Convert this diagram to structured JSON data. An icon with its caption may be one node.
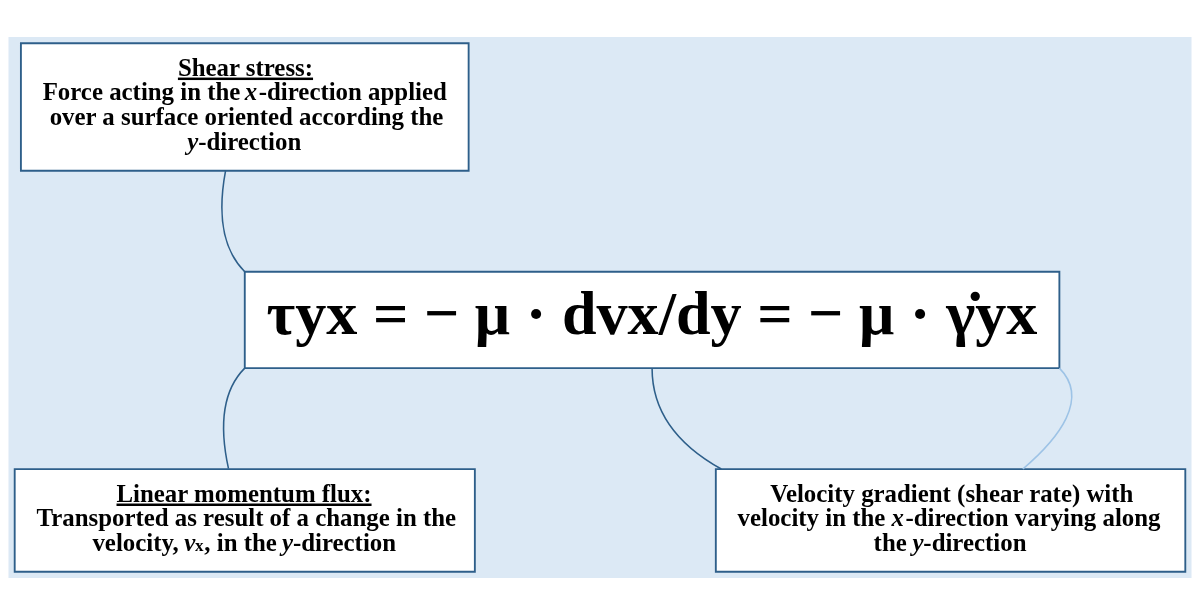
{
  "diagram": {
    "nodes": [
      {
        "text": [
          "Shear stress:",
          "Force acting in the *x*-direction applied over a surface oriented according the *y*-direction"
        ]
      },
      {
        "text": [
          "τyx = − μ · dvx/dy = − μ · γ̇yx"
        ]
      },
      {
        "text": [
          "Linear momentum flux:",
          "Transported as result of a change in the velocity, *v*$_{x}$, in the *y*-direction"
        ]
      },
      {
        "text": [
          "Velocity gradient (shear rate) with velocity in the *x*-direction varying along the *y*-direction"
        ]
      }
    ],
    "edges": [
      {
        "from": 0,
        "to": 1,
        "arrow": "none"
      },
      {
        "from": 2,
        "to": 1,
        "arrow": "none"
      },
      {
        "from": 3,
        "to": 1,
        "arrow": "none"
      },
      {
        "from": 3,
        "to": 1,
        "arrow": "none",
        "color": "#9dc3e6"
      }
    ]
  }
}
